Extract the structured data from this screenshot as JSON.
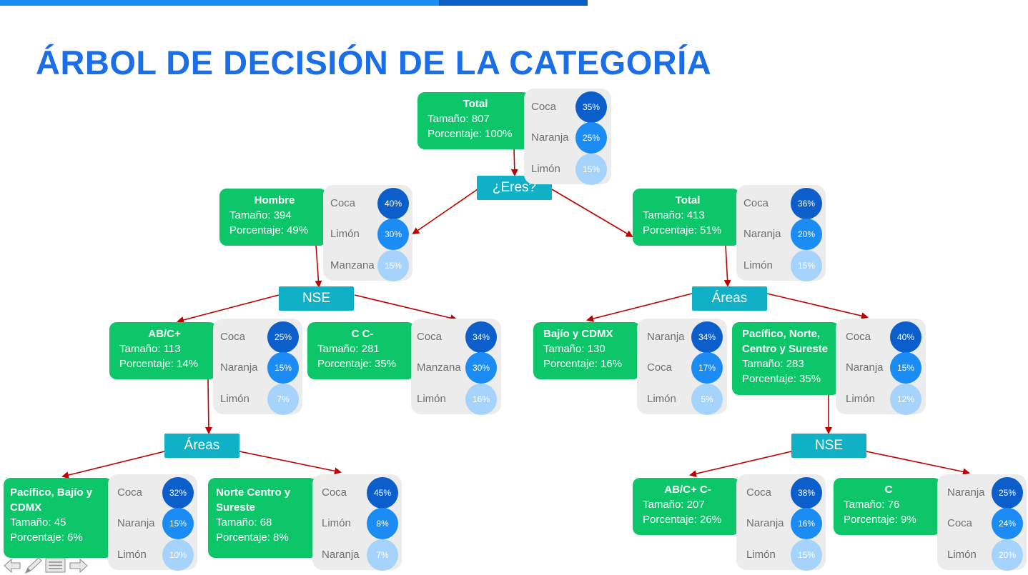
{
  "title": "ÁRBOL DE DECISIÓN DE LA CATEGORÍA",
  "colors": {
    "accent": "#1a6fe8",
    "node_green": "#0dc66a",
    "split_teal": "#10b1c6",
    "dot_dark": "#0c5fcb",
    "dot_mid": "#1c8cf5",
    "dot_light": "#a6d3fb",
    "arrow": "#c00000"
  },
  "splits": {
    "s1": "¿Eres?",
    "s2": "NSE",
    "s3": "Áreas",
    "s4": "Áreas",
    "s5": "NSE"
  },
  "nodes": {
    "root": {
      "name": "Total",
      "size": "Tamaño: 807",
      "pct": "Porcentaje: 100%",
      "items": [
        {
          "label": "Coca",
          "value": "35%"
        },
        {
          "label": "Naranja",
          "value": "25%"
        },
        {
          "label": "Limón",
          "value": "15%"
        }
      ]
    },
    "hombre": {
      "name": "Hombre",
      "size": "Tamaño: 394",
      "pct": "Porcentaje: 49%",
      "items": [
        {
          "label": "Coca",
          "value": "40%"
        },
        {
          "label": "Limón",
          "value": "30%"
        },
        {
          "label": "Manzana",
          "value": "15%"
        }
      ]
    },
    "total2": {
      "name": "Total",
      "size": "Tamaño: 413",
      "pct": "Porcentaje: 51%",
      "items": [
        {
          "label": "Coca",
          "value": "36%"
        },
        {
          "label": "Naranja",
          "value": "20%"
        },
        {
          "label": "Limón",
          "value": "15%"
        }
      ]
    },
    "abc": {
      "name": "AB/C+",
      "size": "Tamaño: 113",
      "pct": "Porcentaje: 14%",
      "items": [
        {
          "label": "Coca",
          "value": "25%"
        },
        {
          "label": "Naranja",
          "value": "15%"
        },
        {
          "label": "Limón",
          "value": "7%"
        }
      ]
    },
    "cc": {
      "name": "C C-",
      "size": "Tamaño: 281",
      "pct": "Porcentaje: 35%",
      "items": [
        {
          "label": "Coca",
          "value": "34%"
        },
        {
          "label": "Manzana",
          "value": "30%"
        },
        {
          "label": "Limón",
          "value": "16%"
        }
      ]
    },
    "bajio": {
      "name": "Bajío y CDMX",
      "size": "Tamaño: 130",
      "pct": "Porcentaje: 16%",
      "items": [
        {
          "label": "Naranja",
          "value": "34%"
        },
        {
          "label": "Coca",
          "value": "17%"
        },
        {
          "label": "Limón",
          "value": "5%"
        }
      ]
    },
    "pacifico": {
      "name1": "Pacífico, Norte,",
      "name2": "Centro y Sureste",
      "size": "Tamaño: 283",
      "pct": "Porcentaje: 35%",
      "items": [
        {
          "label": "Coca",
          "value": "40%"
        },
        {
          "label": "Naranja",
          "value": "15%"
        },
        {
          "label": "Limón",
          "value": "12%"
        }
      ]
    },
    "pbc": {
      "name1": "Pacífico, Bajío y",
      "name2": "CDMX",
      "size": "Tamaño: 45",
      "pct": "Porcentaje: 6%",
      "items": [
        {
          "label": "Coca",
          "value": "32%"
        },
        {
          "label": "Naranja",
          "value": "15%"
        },
        {
          "label": "Limón",
          "value": "10%"
        }
      ]
    },
    "ncs": {
      "name1": "Norte Centro y",
      "name2": "Sureste",
      "size": "Tamaño: 68",
      "pct": "Porcentaje: 8%",
      "items": [
        {
          "label": "Coca",
          "value": "45%"
        },
        {
          "label": "Limón",
          "value": "8%"
        },
        {
          "label": "Naranja",
          "value": "7%"
        }
      ]
    },
    "abcc": {
      "name": "AB/C+ C-",
      "size": "Tamaño: 207",
      "pct": "Porcentaje: 26%",
      "items": [
        {
          "label": "Coca",
          "value": "38%"
        },
        {
          "label": "Naranja",
          "value": "16%"
        },
        {
          "label": "Limón",
          "value": "15%"
        }
      ]
    },
    "c": {
      "name": "C",
      "size": "Tamaño: 76",
      "pct": "Porcentaje: 9%",
      "items": [
        {
          "label": "Naranja",
          "value": "25%"
        },
        {
          "label": "Coca",
          "value": "24%"
        },
        {
          "label": "Limón",
          "value": "20%"
        }
      ]
    }
  }
}
